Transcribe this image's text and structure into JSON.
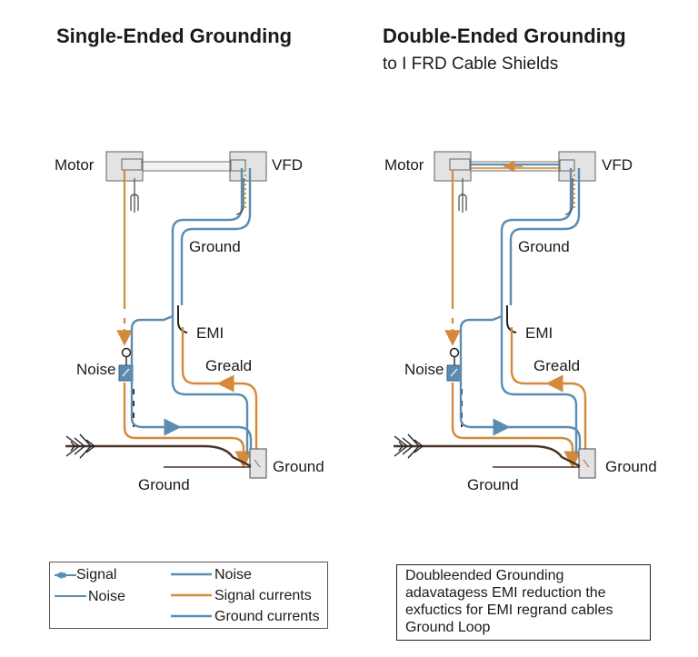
{
  "left_diagram": {
    "title": "Single-Ended Grounding",
    "labels": {
      "motor": "Motor",
      "vfd": "VFD",
      "ground_upper": "Ground",
      "emi": "EMI",
      "greald": "Greald",
      "noise": "Noise",
      "ground_right": "Ground",
      "ground_bottom": "Ground"
    }
  },
  "right_diagram": {
    "title": "Double-Ended Grounding",
    "subtitle": "to I FRD Cable Shields",
    "labels": {
      "motor": "Motor",
      "vfd": "VFD",
      "ground_upper": "Ground",
      "emi": "EMI",
      "greald": "Greald",
      "noise": "Noise",
      "ground_right": "Ground",
      "ground_bottom": "Ground"
    }
  },
  "legend": {
    "items": [
      {
        "label": "Signal",
        "color": "#5b8db3",
        "style": "arrow-dot"
      },
      {
        "label": "Noise",
        "color": "#5b8db3",
        "style": "line"
      },
      {
        "label": "Noise",
        "color": "#5b8db3",
        "style": "line"
      },
      {
        "label": "Signal currents",
        "color": "#d48a3a",
        "style": "line"
      },
      {
        "label": "Ground currents",
        "color": "#5b8db3",
        "style": "line"
      }
    ]
  },
  "note": {
    "lines": [
      "Doubleended Grounding",
      "adavatagess EMI reduction the",
      "exfuctics for EMI regrand cables",
      "Ground Loop"
    ]
  },
  "colors": {
    "blue": "#5b8db3",
    "orange": "#d48a3a",
    "brown": "#4a3428",
    "box_fill": "#e3e3e3"
  }
}
